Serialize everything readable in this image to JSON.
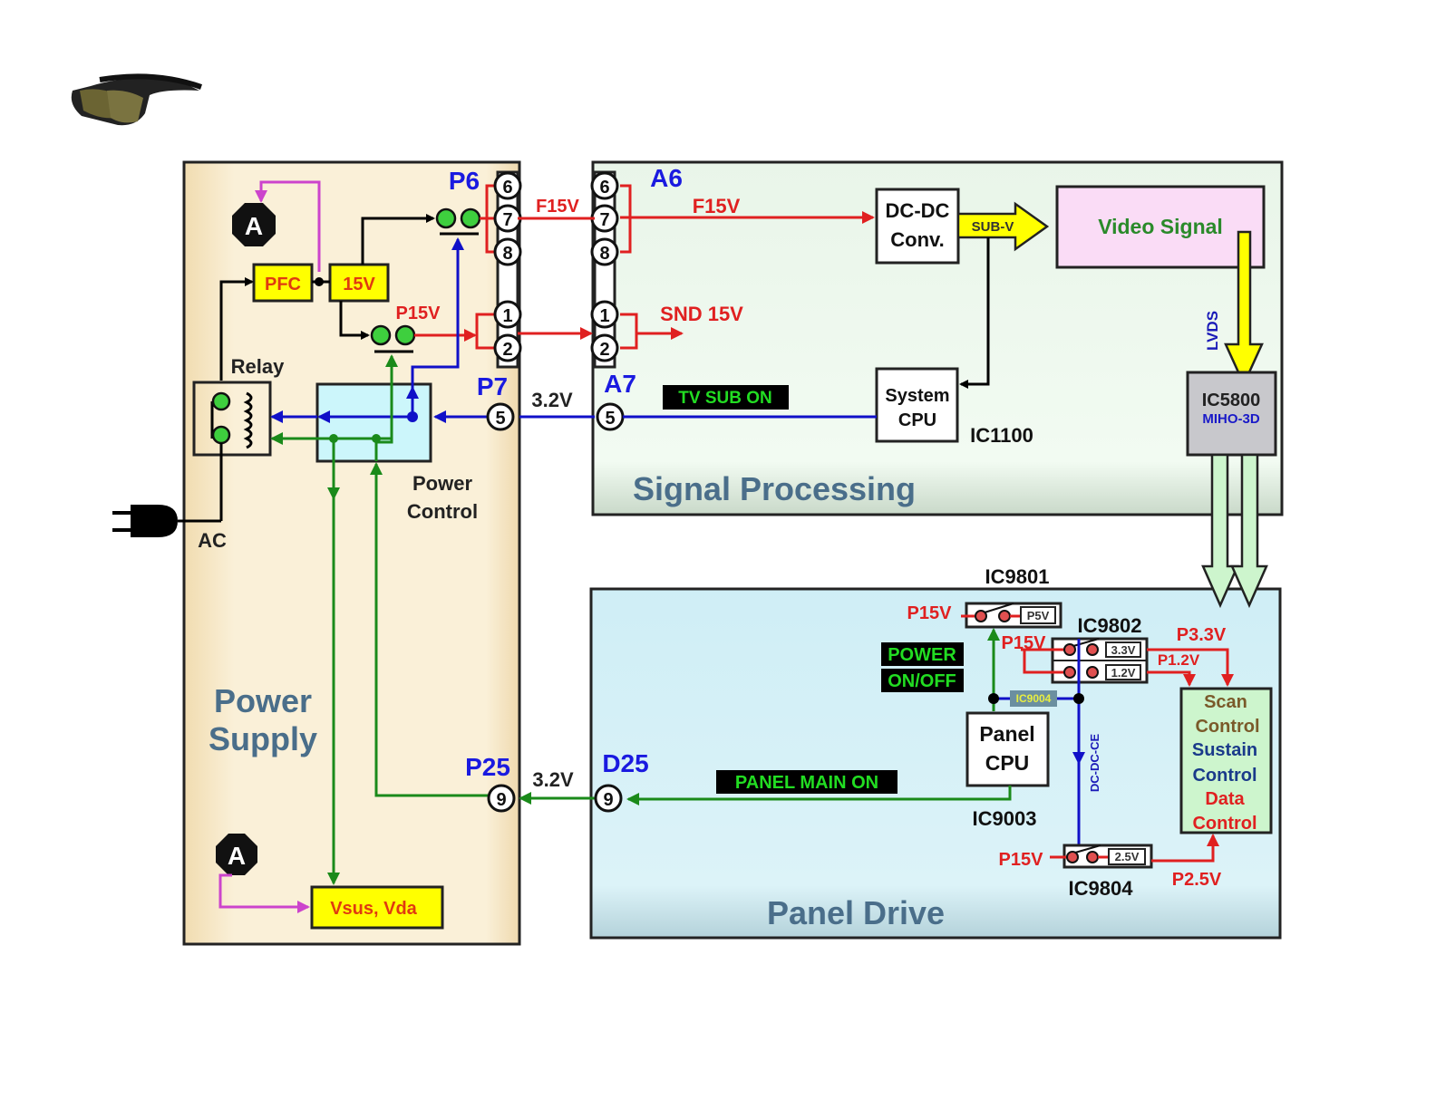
{
  "colors": {
    "power_supply_bg": "#f7e9c9",
    "signal_bg": "#eef8ee",
    "panel_bg": "#d6f0f6",
    "red": "#e02020",
    "blue": "#1010c8",
    "green": "#1a8a1a",
    "magenta": "#cc44cc",
    "yellow": "#ffff00",
    "section_title": "#4a6e8a",
    "connector_label": "#1a1ae0"
  },
  "logo": {
    "icon": "3d-glasses-icon"
  },
  "sections": {
    "power_supply": {
      "title_line1": "Power",
      "title_line2": "Supply"
    },
    "signal_processing": {
      "title": "Signal Processing"
    },
    "panel_drive": {
      "title": "Panel Drive"
    }
  },
  "power_supply": {
    "marker_a": "A",
    "pfc": "PFC",
    "v15": "15V",
    "p15v": "P15V",
    "relay": "Relay",
    "ac": "AC",
    "power_control_line1": "Power",
    "power_control_line2": "Control",
    "vsus_vda": "Vsus, Vda"
  },
  "connectors": {
    "p6": "P6",
    "a6": "A6",
    "p7": "P7",
    "a7": "A7",
    "p25": "P25",
    "d25": "D25",
    "pins_top": [
      "6",
      "7",
      "8"
    ],
    "pins_mid": [
      "1",
      "2"
    ],
    "pin_p7": "5",
    "pin_p25": "9"
  },
  "signals": {
    "f15v_left": "F15V",
    "f15v_right": "F15V",
    "snd15v": "SND 15V",
    "v32_top": "3.2V",
    "v32_bottom": "3.2V",
    "tv_sub_on": "TV SUB ON",
    "sub_v": "SUB-V",
    "lvds": "LVDS",
    "panel_main_on": "PANEL MAIN ON",
    "power_onoff_line1": "POWER",
    "power_onoff_line2": "ON/OFF",
    "dc_dc_ce": "DC-DC-CE"
  },
  "signal_processing": {
    "dcdc_line1": "DC-DC",
    "dcdc_line2": "Conv.",
    "video_signal": "Video Signal",
    "system_cpu_line1": "System",
    "system_cpu_line2": "CPU",
    "ic1100": "IC1100",
    "ic5800": "IC5800",
    "miho3d": "MIHO-3D"
  },
  "panel_drive": {
    "ic9801": "IC9801",
    "ic9802": "IC9802",
    "ic9003": "IC9003",
    "ic9004": "IC9004",
    "ic9804": "IC9804",
    "p15v_a": "P15V",
    "p15v_b": "P15V",
    "p15v_c": "P15V",
    "p5v": "P5V",
    "v33": "3.3V",
    "v12": "1.2V",
    "v25": "2.5V",
    "p33v": "P3.3V",
    "p12v": "P1.2V",
    "p25v": "P2.5V",
    "panel_cpu_line1": "Panel",
    "panel_cpu_line2": "CPU",
    "ctrl": [
      "Scan",
      "Control",
      "Sustain",
      "Control",
      "Data",
      "Control"
    ]
  }
}
